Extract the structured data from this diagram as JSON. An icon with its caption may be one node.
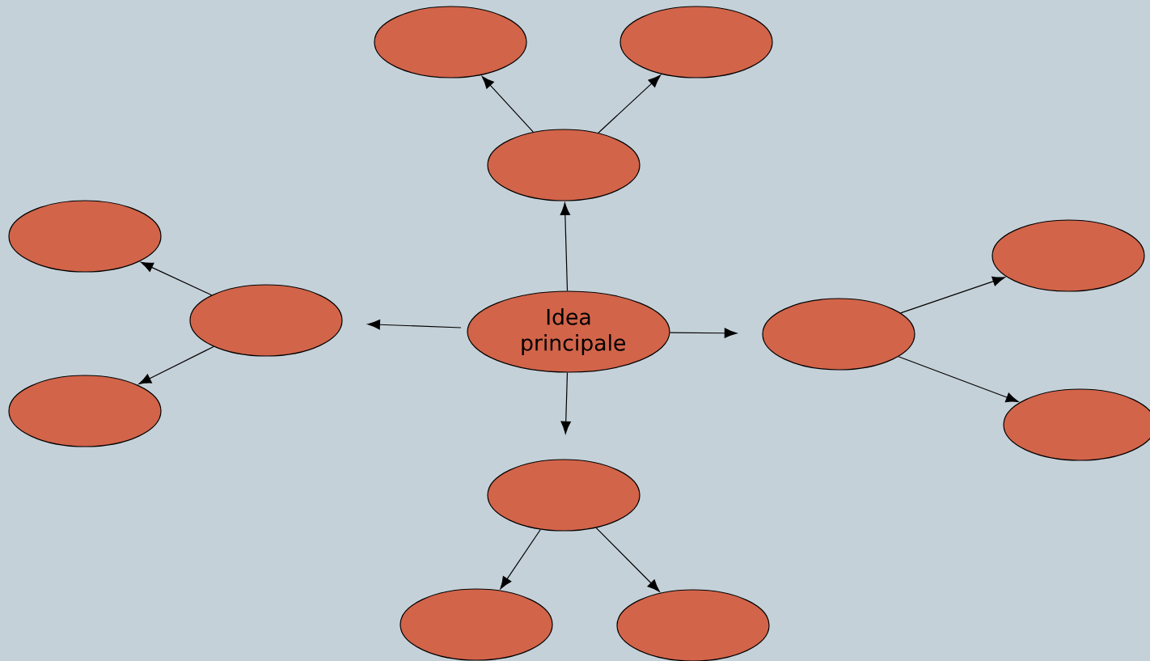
{
  "diagram": {
    "nodes": [
      {
        "text": [
          "Idea principale"
        ]
      },
      {
        "text": [],
        "shape": "ellipse"
      },
      {
        "text": [],
        "shape": "ellipse"
      },
      {
        "text": [],
        "shape": "ellipse"
      },
      {
        "text": [],
        "shape": "ellipse"
      },
      {
        "text": [],
        "shape": "ellipse"
      },
      {
        "text": [],
        "shape": "ellipse"
      },
      {
        "text": [],
        "shape": "ellipse"
      },
      {
        "text": [],
        "shape": "ellipse"
      },
      {
        "text": [],
        "shape": "ellipse"
      },
      {
        "text": [],
        "shape": "ellipse"
      },
      {
        "text": [],
        "shape": "ellipse"
      },
      {
        "text": [],
        "shape": "ellipse"
      }
    ],
    "edges": [
      {
        "from": 0,
        "to": 1,
        "arrow": "to"
      },
      {
        "from": 1,
        "to": 2,
        "arrow": "to"
      },
      {
        "from": 1,
        "to": 3,
        "arrow": "to"
      },
      {
        "from": 0,
        "to": 4,
        "arrow": "to"
      },
      {
        "from": 4,
        "to": 5,
        "arrow": "to"
      },
      {
        "from": 4,
        "to": 6,
        "arrow": "to"
      },
      {
        "from": 0,
        "to": 7,
        "arrow": "to"
      },
      {
        "from": 7,
        "to": 8,
        "arrow": "to"
      },
      {
        "from": 7,
        "to": 9,
        "arrow": "to"
      },
      {
        "from": 0,
        "to": 10,
        "arrow": "to"
      },
      {
        "from": 10,
        "to": 11,
        "arrow": "to"
      },
      {
        "from": 10,
        "to": 12,
        "arrow": "to"
      }
    ]
  }
}
